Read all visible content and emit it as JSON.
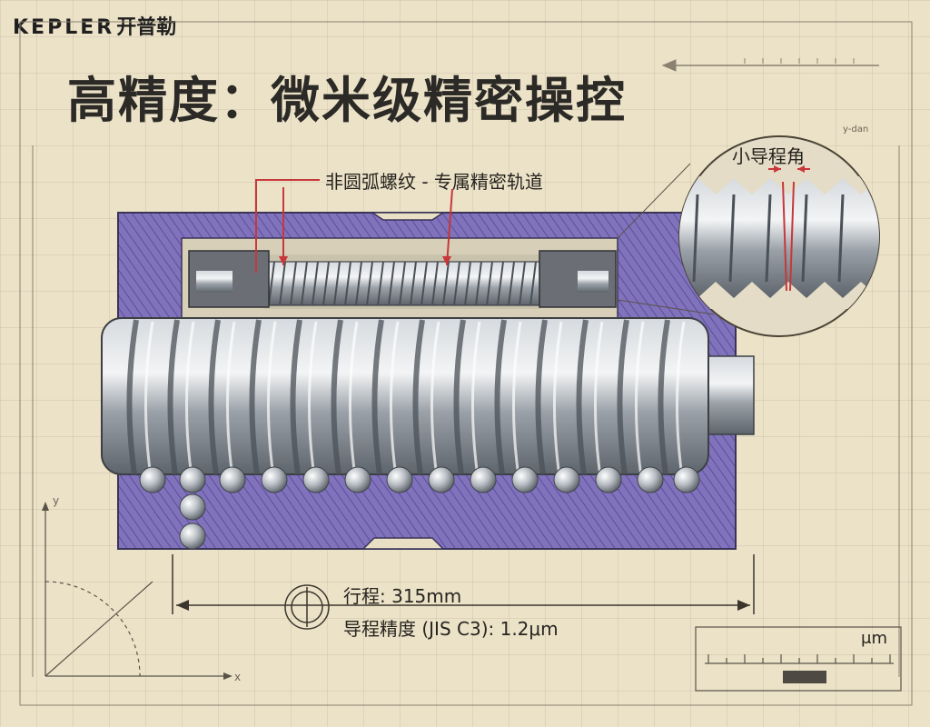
{
  "brand": {
    "name": "KEPLER",
    "cn": "开普勒"
  },
  "title": "高精度：微米级精密操控",
  "labels": {
    "small_lead_angle": "小导程角",
    "thread": "非圆弧螺纹 - 专属精密轨道",
    "stroke": "行程: 315mm",
    "accuracy": "导程精度 (JIS C3): 1.2μm",
    "unit": "μm",
    "corner": "y-dan"
  },
  "axes": {
    "x": "x",
    "y": "y"
  },
  "colors": {
    "accent_red": "#c8373a",
    "housing_purple": "#7d6cb8",
    "steel": "#9aa2ab"
  }
}
